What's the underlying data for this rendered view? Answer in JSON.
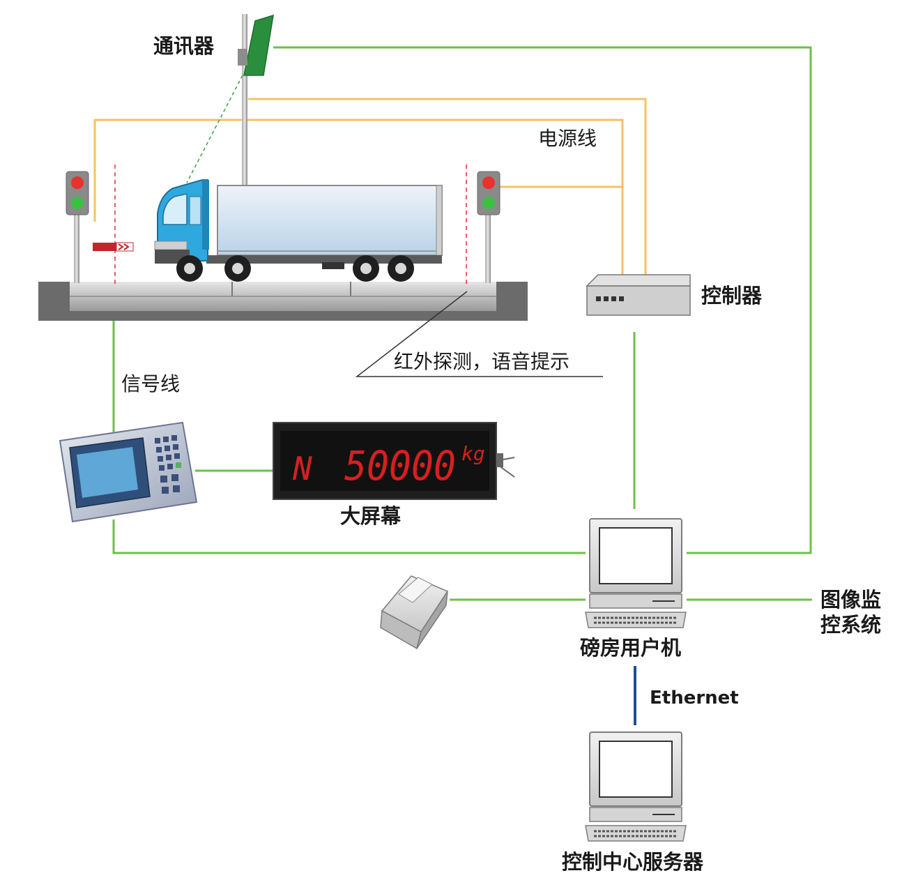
{
  "labels": {
    "comm_device": "通讯器",
    "power_line": "电源线",
    "controller": "控制器",
    "signal_line": "信号线",
    "infrared": "红外探测，语音提示",
    "big_screen": "大屏幕",
    "monitoring": [
      "图像监",
      "控系统"
    ],
    "weighroom_pc": "磅房用户机",
    "ethernet": "Ethernet",
    "server": "控制中心服务器"
  },
  "display": {
    "mode": "N",
    "value": "50000",
    "unit": "kg"
  },
  "colors": {
    "network_line": "#6cc04a",
    "power_line": "#f6c166",
    "ethernet_line": "#1f4e9a",
    "truck_cab": "#2fa8de",
    "antenna": "#2a8f3c",
    "display_text": "#d62020"
  }
}
